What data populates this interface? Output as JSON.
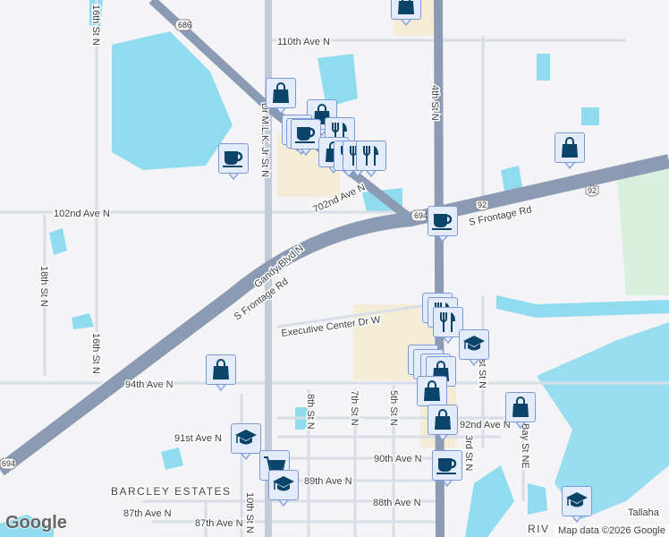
{
  "colors": {
    "land": "#f4f3f5",
    "water": "#8fdcef",
    "highway": "#8a9bb3",
    "road": "#d8dee8",
    "commercial": "#f5ecd6",
    "park": "#d9f0df",
    "marker_fill": "#e4ecfb",
    "marker_border": "#7d9ad8",
    "icon": "#0b4468"
  },
  "streets": {
    "ave110": "110th Ave N",
    "ave102": "102nd Ave N",
    "ave702": "702nd Ave N",
    "frontage_ne": "S Frontage Rd",
    "frontage_sw": "S Frontage Rd",
    "gandy": "Gandy Blvd N",
    "mlk": "Dr M.L.K. Jr St N",
    "fourth": "4th St N",
    "exec": "Executive Center Dr W",
    "ave94": "94th Ave N",
    "st16a": "16th St N",
    "st16b": "16th St N",
    "st18": "18th St N",
    "st8": "8th St N",
    "st7": "7th St N",
    "st5": "5th St N",
    "st3": "3rd St N",
    "st10": "10th St N",
    "ave92": "92nd Ave N",
    "ave91": "91st Ave N",
    "ave90": "90th Ave N",
    "ave89": "89th Ave N",
    "ave88": "88th Ave N",
    "ave87a": "87th Ave N",
    "ave87b": "87th Ave N",
    "bay": "Bay St NE",
    "tallahassee": "Tallaha",
    "st1": "1st St N"
  },
  "neighborhoods": {
    "barcley": "BARCLEY ESTATES",
    "riviera": "RIV"
  },
  "shields": {
    "r686": "686",
    "r694a": "694",
    "r694b": "694",
    "r92a": "92",
    "r92b": "92"
  },
  "markers": [
    {
      "type": "shop"
    },
    {
      "type": "shop"
    },
    {
      "type": "shop"
    },
    {
      "type": "coffee"
    },
    {
      "type": "coffee"
    },
    {
      "type": "coffee"
    },
    {
      "type": "restaurant"
    },
    {
      "type": "shop"
    },
    {
      "type": "restaurant"
    },
    {
      "type": "restaurant"
    },
    {
      "type": "restaurant"
    },
    {
      "type": "coffee"
    },
    {
      "type": "shop"
    },
    {
      "type": "coffee"
    },
    {
      "type": "restaurant"
    },
    {
      "type": "restaurant"
    },
    {
      "type": "restaurant"
    },
    {
      "type": "school"
    },
    {
      "type": "shop"
    },
    {
      "type": "shop"
    },
    {
      "type": "shop"
    },
    {
      "type": "shop"
    },
    {
      "type": "shop"
    },
    {
      "type": "shop"
    },
    {
      "type": "shop"
    },
    {
      "type": "shop"
    },
    {
      "type": "school"
    },
    {
      "type": "grocery"
    },
    {
      "type": "school"
    },
    {
      "type": "coffee"
    },
    {
      "type": "school"
    }
  ],
  "branding": {
    "logo": "Google",
    "attribution": "Map data ©2026 Google"
  }
}
